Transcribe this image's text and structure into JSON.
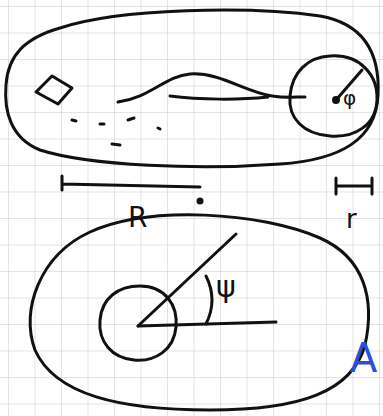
{
  "diagram": {
    "labels": [
      "φ",
      "R",
      "r",
      "ψ",
      "A"
    ]
  }
}
